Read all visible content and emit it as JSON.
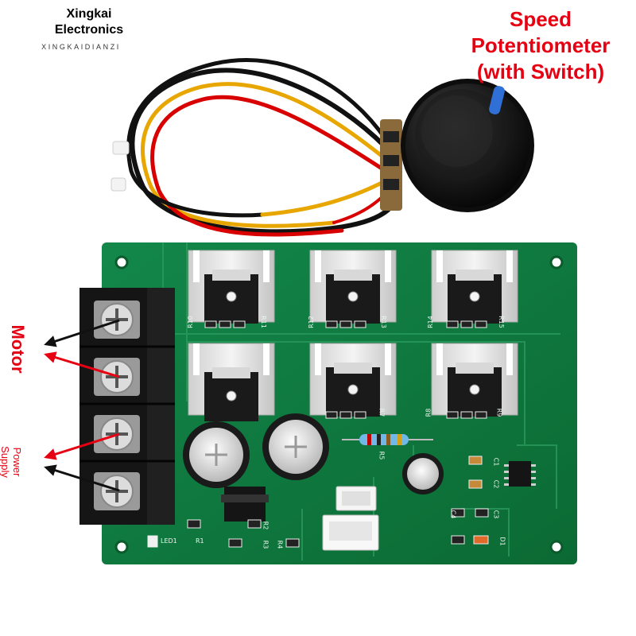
{
  "brand": {
    "name": "Xingkai\nElectronics",
    "name_line1": "Xingkai",
    "name_line2": "Electronics",
    "subtitle": "XINGKAIDIANZI"
  },
  "callouts": {
    "potentiometer_line1": "Speed",
    "potentiometer_line2": "Potentiometer",
    "potentiometer_line3": "(with Switch)",
    "motor": "Motor",
    "power_supply_line1": "Power",
    "power_supply_line2": "Supply"
  },
  "silkscreen": {
    "r10": "R10",
    "r11": "R11",
    "r12": "R12",
    "r13": "R13",
    "r14": "R14",
    "r15": "R15",
    "r7": "R7",
    "r8": "R8",
    "r9": "R9",
    "led1": "LED1",
    "r1": "R1",
    "r2": "R2",
    "r3": "R3",
    "r4": "R4",
    "c1": "C1",
    "c2": "C2",
    "c3": "C3",
    "c4": "C4",
    "r5": "R5",
    "d1": "D1"
  },
  "colors": {
    "callout_red": "#e60012",
    "pcb_green": "#0f7a3c",
    "knob_black": "#161616",
    "knob_indicator": "#2f6fd6",
    "heatsink": "#e2e2e2",
    "terminal_block": "#151515"
  }
}
